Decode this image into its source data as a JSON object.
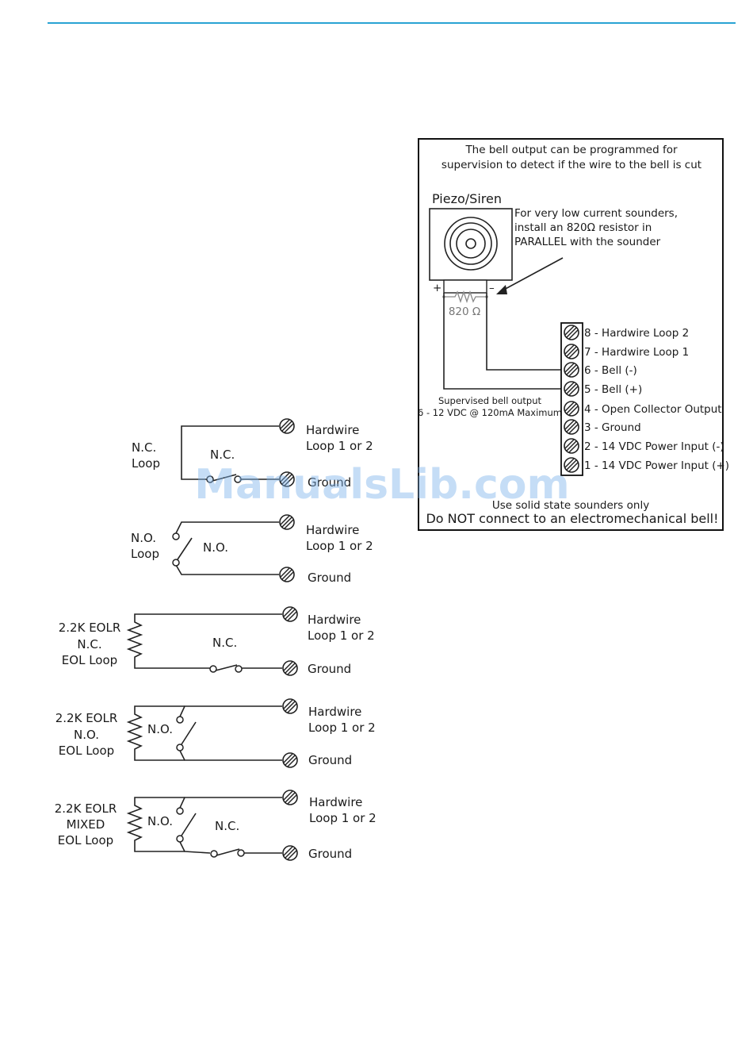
{
  "bell_panel": {
    "note_line1": "The bell output can be programmed for",
    "note_line2": "supervision to detect if the wire to the bell is cut",
    "device_title": "Piezo/Siren",
    "resistor_note_line1": "For very low current sounders,",
    "resistor_note_line2": "install an 820Ω resistor in",
    "resistor_note_line3": "PARALLEL with the sounder",
    "plus": "+",
    "minus": "–",
    "resistor_value": "820 Ω",
    "terminals": [
      "8 - Hardwire Loop 2",
      "7 - Hardwire Loop 1",
      "6 - Bell (-)",
      "5 - Bell (+)",
      "4 - Open Collector Output",
      "3 - Ground",
      "2 - 14 VDC Power Input (-)",
      "1 - 14 VDC Power Input (+)"
    ],
    "supervised_line1": "Supervised bell output",
    "supervised_line2": "6 - 12 VDC @ 120mA Maximum",
    "solid_state": "Use solid state sounders only",
    "warning": "Do NOT connect to an electromechanical bell!"
  },
  "loops": [
    {
      "label": [
        "N.C.",
        "Loop"
      ],
      "switch": "N.C.",
      "terminal_top": [
        "Hardwire",
        "Loop 1 or 2"
      ],
      "terminal_bottom": "Ground"
    },
    {
      "label": [
        "N.O.",
        "Loop"
      ],
      "switch": "N.O.",
      "terminal_top": [
        "Hardwire",
        "Loop 1 or 2"
      ],
      "terminal_bottom": "Ground"
    },
    {
      "label": [
        "2.2K EOLR",
        "N.C.",
        "EOL Loop"
      ],
      "switch": "N.C.",
      "terminal_top": [
        "Hardwire",
        "Loop 1 or 2"
      ],
      "terminal_bottom": "Ground"
    },
    {
      "label": [
        "2.2K EOLR",
        "N.O.",
        "EOL Loop"
      ],
      "switch": "N.O.",
      "terminal_top": [
        "Hardwire",
        "Loop 1 or 2"
      ],
      "terminal_bottom": "Ground"
    },
    {
      "label": [
        "2.2K EOLR",
        "MIXED",
        "EOL Loop"
      ],
      "switch_a": "N.O.",
      "switch_b": "N.C.",
      "terminal_top": [
        "Hardwire",
        "Loop 1 or 2"
      ],
      "terminal_bottom": "Ground"
    }
  ],
  "watermark": "ManualsLib.com"
}
